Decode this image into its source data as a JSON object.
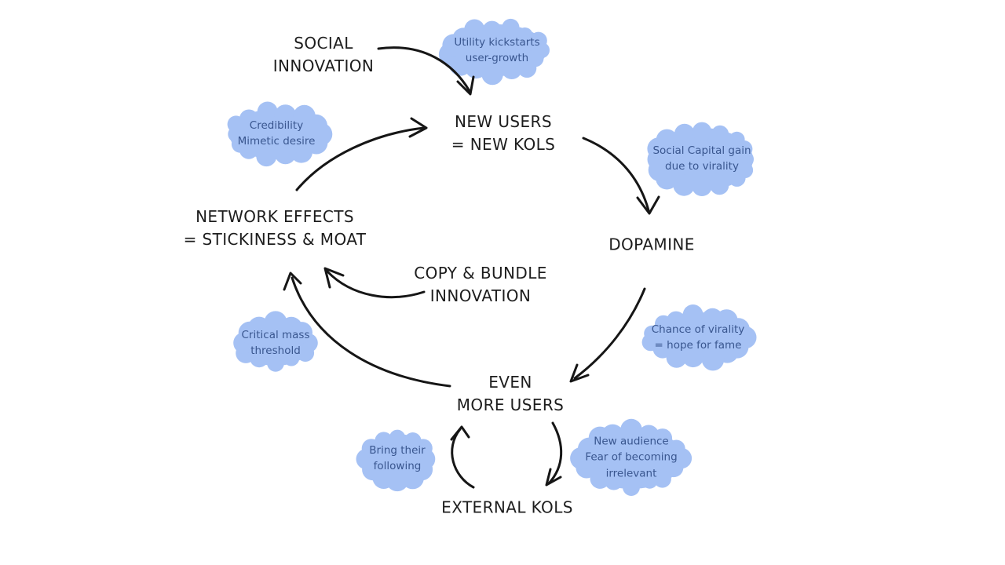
{
  "colors": {
    "background": "#ffffff",
    "cloud_fill": "#a5c1f4",
    "cloud_text": "#39568f",
    "node_text": "#1d1d1d",
    "arrow": "#161616"
  },
  "nodes": [
    {
      "id": "social-innovation",
      "text": "SOCIAL\nINNOVATION"
    },
    {
      "id": "new-users-new-kols",
      "text": "NEW USERS\n= NEW KOLS"
    },
    {
      "id": "dopamine",
      "text": "DOPAMINE"
    },
    {
      "id": "network-effects",
      "text": "NETWORK EFFECTS\n= STICKINESS & MOAT"
    },
    {
      "id": "copy-bundle-innovation",
      "text": "COPY & BUNDLE\nINNOVATION"
    },
    {
      "id": "even-more-users",
      "text": "EVEN\nMORE USERS"
    },
    {
      "id": "external-kols",
      "text": "EXTERNAL KOLS"
    }
  ],
  "annotations": [
    {
      "id": "utility-kickstarts",
      "text": "Utility kickstarts\nuser-growth"
    },
    {
      "id": "credibility-mimetic",
      "text": "Credibility\nMimetic desire"
    },
    {
      "id": "social-capital-gain",
      "text": "Social Capital gain\ndue to virality"
    },
    {
      "id": "chance-of-virality",
      "text": "Chance of virality\n= hope for fame"
    },
    {
      "id": "critical-mass",
      "text": "Critical mass\nthreshold"
    },
    {
      "id": "bring-their-following",
      "text": "Bring their\nfollowing"
    },
    {
      "id": "new-audience-fear",
      "text": "New audience\nFear of becoming\nirrelevant"
    }
  ]
}
